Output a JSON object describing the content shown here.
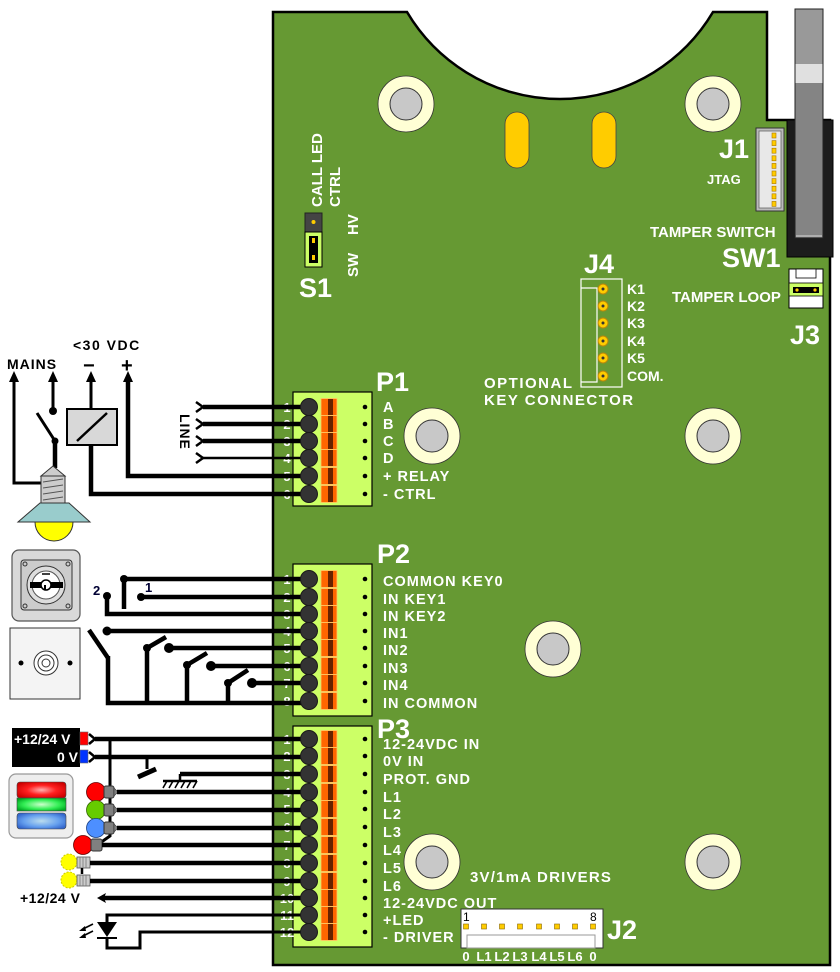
{
  "colors": {
    "board": "#669933",
    "terminal_body": "#CCFF66",
    "terminal_lever": "#FF6600",
    "terminal_lever_slot": "#662200",
    "terminal_clamp": "#333333",
    "mount_ring": "#FFFFD5",
    "mount_hole": "#C8C8C8",
    "slot": "#FFCC00",
    "pin_gold": "#FFCC00"
  },
  "s1": {
    "name": "S1",
    "function_line1": "CALL LED",
    "function_line2": "CTRL",
    "position_hv": "HV",
    "position_sw": "SW"
  },
  "j1": {
    "name": "J1",
    "function": "JTAG",
    "pin_count": 10
  },
  "sw1": {
    "name": "SW1",
    "function": "TAMPER SWITCH"
  },
  "j3": {
    "name": "J3",
    "function": "TAMPER LOOP"
  },
  "j4": {
    "name": "J4",
    "caption_line1": "OPTIONAL",
    "caption_line2": "KEY CONNECTOR",
    "pins": [
      "K1",
      "K2",
      "K3",
      "K4",
      "K5",
      "COM."
    ]
  },
  "p1": {
    "name": "P1",
    "pins": [
      {
        "num": "1",
        "label": "A"
      },
      {
        "num": "2",
        "label": "B"
      },
      {
        "num": "3",
        "label": "C"
      },
      {
        "num": "4",
        "label": "D"
      },
      {
        "num": "5",
        "label": "+ RELAY"
      },
      {
        "num": "6",
        "label": "- CTRL"
      }
    ]
  },
  "p2": {
    "name": "P2",
    "pins": [
      {
        "num": "1",
        "label": "COMMON KEY0"
      },
      {
        "num": "2",
        "label": "IN KEY1"
      },
      {
        "num": "3",
        "label": "IN KEY2"
      },
      {
        "num": "4",
        "label": "IN1"
      },
      {
        "num": "5",
        "label": "IN2"
      },
      {
        "num": "6",
        "label": "IN3"
      },
      {
        "num": "7",
        "label": "IN4"
      },
      {
        "num": "8",
        "label": "IN COMMON"
      }
    ]
  },
  "p3": {
    "name": "P3",
    "pins": [
      {
        "num": "1",
        "label": "12-24VDC IN"
      },
      {
        "num": "2",
        "label": "0V IN"
      },
      {
        "num": "3",
        "label": "PROT. GND"
      },
      {
        "num": "4",
        "label": "L1"
      },
      {
        "num": "5",
        "label": "L2"
      },
      {
        "num": "6",
        "label": "L3"
      },
      {
        "num": "7",
        "label": "L4"
      },
      {
        "num": "8",
        "label": "L5"
      },
      {
        "num": "9",
        "label": "L6"
      },
      {
        "num": "10",
        "label": "12-24VDC OUT"
      },
      {
        "num": "11",
        "label": "+LED"
      },
      {
        "num": "12",
        "label": "- DRIVER"
      }
    ]
  },
  "j2": {
    "name": "J2",
    "caption": "3V/1mA DRIVERS",
    "first_pin": "1",
    "last_pin": "8",
    "pin_labels": [
      "0",
      "L1",
      "L2",
      "L3",
      "L4",
      "L5",
      "L6",
      "0"
    ]
  },
  "external": {
    "mains": {
      "label": "MAINS"
    },
    "low_voltage": {
      "label": "<30 VDC",
      "minus": "−",
      "plus": "+"
    },
    "line": {
      "label": "LINE"
    },
    "key_switch": {
      "contact_2": "2",
      "contact_1": "1"
    },
    "power_in": {
      "plus": "+12/24 V",
      "zero": "0 V"
    },
    "power_out": {
      "label": "+12/24 V"
    }
  }
}
